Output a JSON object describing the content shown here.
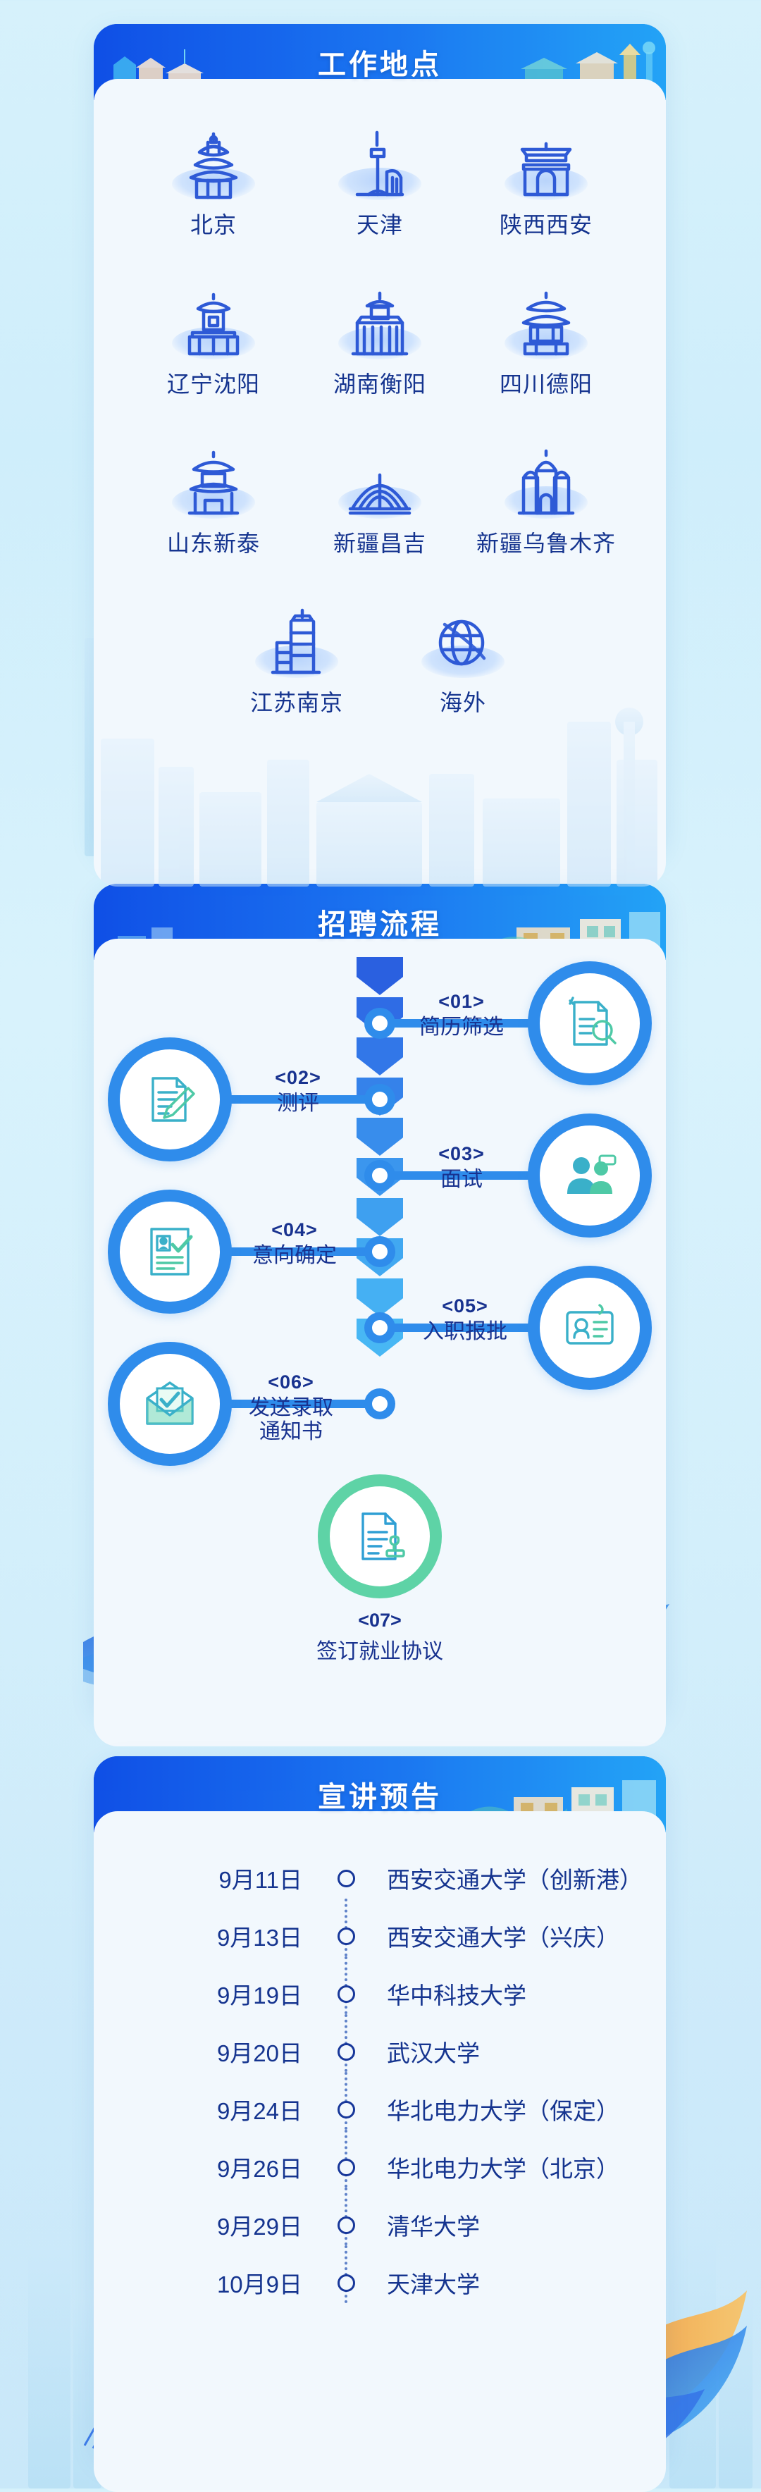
{
  "theme": {
    "accent_blue": "#1b74f0",
    "deep_blue": "#15348f",
    "node_blue": "#2f8ceb",
    "green": "#5ed3a6",
    "card_bg": "#f2f8fd",
    "page_bg": "#d3effb"
  },
  "sections": {
    "locations": {
      "title": "工作地点",
      "rows": [
        [
          {
            "label": "北京",
            "icon": "temple-of-heaven-icon"
          },
          {
            "label": "天津",
            "icon": "tianjin-tower-icon"
          },
          {
            "label": "陕西西安",
            "icon": "xian-city-wall-icon"
          }
        ],
        [
          {
            "label": "辽宁沈阳",
            "icon": "shenyang-palace-icon"
          },
          {
            "label": "湖南衡阳",
            "icon": "hengyang-building-icon"
          },
          {
            "label": "四川德阳",
            "icon": "deyang-pavilion-icon"
          }
        ],
        [
          {
            "label": "山东新泰",
            "icon": "xintai-pavilion-icon"
          },
          {
            "label": "新疆昌吉",
            "icon": "changji-dome-icon"
          },
          {
            "label": "新疆乌鲁木齐",
            "icon": "urumqi-mosque-icon"
          }
        ],
        [
          {
            "label": "江苏南京",
            "icon": "nanjing-tower-icon"
          },
          {
            "label": "海外",
            "icon": "globe-icon"
          }
        ]
      ]
    },
    "process": {
      "title": "招聘流程",
      "steps": [
        {
          "num": "<01>",
          "name": "简历筛选",
          "icon": "resume-screening-icon",
          "side": "right"
        },
        {
          "num": "<02>",
          "name": "测评",
          "icon": "assessment-pencil-icon",
          "side": "left"
        },
        {
          "num": "<03>",
          "name": "面试",
          "icon": "interview-people-icon",
          "side": "right"
        },
        {
          "num": "<04>",
          "name": "意向确定",
          "icon": "intent-check-icon",
          "side": "left"
        },
        {
          "num": "<05>",
          "name": "入职报批",
          "icon": "onboarding-approval-icon",
          "side": "right"
        },
        {
          "num": "<06>",
          "name": "发送录取\n通知书",
          "icon": "offer-envelope-icon",
          "side": "left"
        }
      ],
      "final_step": {
        "num": "<07>",
        "name": "签订就业协议",
        "icon": "signed-agreement-icon"
      }
    },
    "talks": {
      "title": "宣讲预告",
      "items": [
        {
          "date": "9月11日",
          "school": "西安交通大学（创新港）"
        },
        {
          "date": "9月13日",
          "school": "西安交通大学（兴庆）"
        },
        {
          "date": "9月19日",
          "school": "华中科技大学"
        },
        {
          "date": "9月20日",
          "school": "武汉大学"
        },
        {
          "date": "9月24日",
          "school": "华北电力大学（保定）"
        },
        {
          "date": "9月26日",
          "school": "华北电力大学（北京）"
        },
        {
          "date": "9月29日",
          "school": "清华大学"
        },
        {
          "date": "10月9日",
          "school": "天津大学"
        }
      ]
    }
  }
}
